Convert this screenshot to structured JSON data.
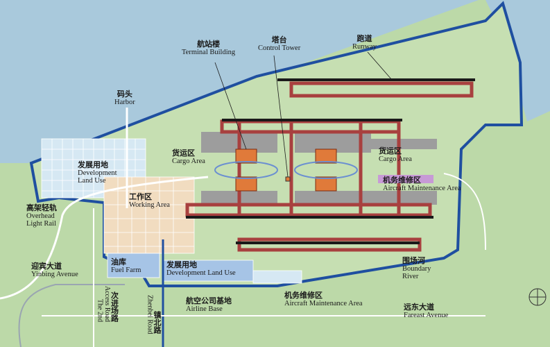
{
  "labels": {
    "terminal": {
      "zh": "航站楼",
      "en": "Terminal Building"
    },
    "tower": {
      "zh": "塔台",
      "en": "Control Tower"
    },
    "runway": {
      "zh": "跑道",
      "en": "Runway"
    },
    "harbor": {
      "zh": "码头",
      "en": "Harbor"
    },
    "dev_land_nw": {
      "zh": "发展用地",
      "en1": "Development",
      "en2": "Land Use"
    },
    "cargo_w": {
      "zh": "货运区",
      "en": "Cargo Area"
    },
    "cargo_e": {
      "zh": "货运区",
      "en": "Cargo Area"
    },
    "maint_e": {
      "zh": "机务维修区",
      "en": "Aircraft Maintenance Area"
    },
    "working": {
      "zh": "工作区",
      "en": "Working Area"
    },
    "light_rail": {
      "zh": "高架轻轨",
      "en1": "Overhead",
      "en2": "Light Rail"
    },
    "yinbing": {
      "zh": "迎宾大道",
      "en": "Yinbing Avenue"
    },
    "fuel": {
      "zh": "油库",
      "en": "Fuel Farm"
    },
    "dev_land_s": {
      "zh": "发展用地",
      "en": "Development  Land Use"
    },
    "boundary": {
      "zh": "围场河",
      "en1": "Boundary",
      "en2": "River"
    },
    "maint_s": {
      "zh": "机务维修区",
      "en": "Aircraft Maintenance Area"
    },
    "airline": {
      "zh": "航空公司基地",
      "en": "Airline Base"
    },
    "fareast": {
      "zh": "远东大道",
      "en": "Fareast Avenue"
    },
    "access_road": {
      "zh": "次进场路",
      "en1": "The 2nd",
      "en2": "Access Road"
    },
    "zhenbei": {
      "zh": "镇北路",
      "en": "Zhenbei Road"
    }
  },
  "colors": {
    "sea": "#a9c9dc",
    "land": "#bcd9a8",
    "boundary": "#1f4fa0",
    "taxiway": "#a8403f",
    "runway": "#1a1a1a",
    "apron": "#9d9d9d",
    "terminal": "#e07a3a",
    "dev_land": "#d6e8f3",
    "working": "#f1dcc0",
    "maintenance": "#c79ad6"
  }
}
